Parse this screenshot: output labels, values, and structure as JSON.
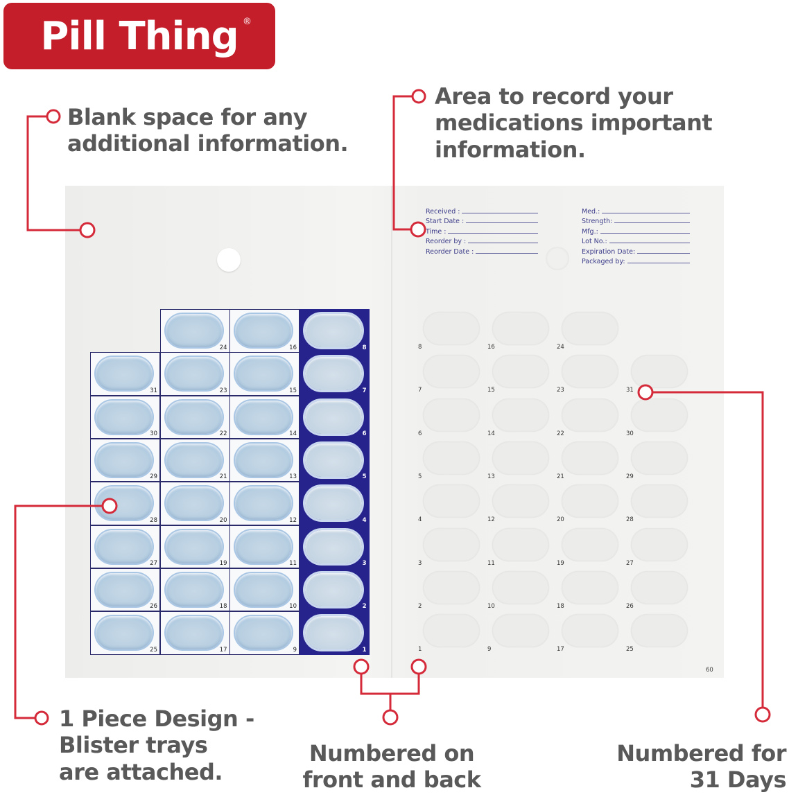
{
  "brand": {
    "name": "Pill Thing",
    "registered": "®",
    "color": "#c41e2a"
  },
  "callouts": {
    "blank_space": {
      "line1": "Blank space for any",
      "line2": "additional information."
    },
    "record_area": {
      "line1": "Area to record your",
      "line2": "medications important",
      "line3": "information."
    },
    "one_piece": {
      "line1": "1 Piece Design -",
      "line2": "Blister trays",
      "line3": "are attached."
    },
    "numbered_front_back": {
      "line1": "Numbered on",
      "line2": "front and back"
    },
    "numbered_days": {
      "line1": "Numbered for",
      "line2": "31 Days"
    }
  },
  "info_form": {
    "left": [
      "Received :",
      "Start Date :",
      "Time :",
      "Reorder by :",
      "Reorder Date :"
    ],
    "right": [
      "Med.:",
      "Strength:",
      "Mfg.:",
      "Lot No.:",
      "Expiration Date:",
      "Packaged by:"
    ]
  },
  "front_tray": {
    "columns": [
      {
        "dark": false,
        "rows": [
          null,
          "31",
          "30",
          "29",
          "28",
          "27",
          "26",
          "25"
        ]
      },
      {
        "dark": false,
        "rows": [
          "24",
          "23",
          "22",
          "21",
          "20",
          "19",
          "18",
          "17"
        ]
      },
      {
        "dark": false,
        "rows": [
          "16",
          "15",
          "14",
          "13",
          "12",
          "11",
          "10",
          "9"
        ]
      },
      {
        "dark": true,
        "rows": [
          "8",
          "7",
          "6",
          "5",
          "4",
          "3",
          "2",
          "1"
        ]
      }
    ]
  },
  "back_grid": {
    "columns": [
      [
        "8",
        "7",
        "6",
        "5",
        "4",
        "3",
        "2",
        "1"
      ],
      [
        "16",
        "15",
        "14",
        "13",
        "12",
        "11",
        "10",
        "9"
      ],
      [
        "24",
        "23",
        "22",
        "21",
        "20",
        "19",
        "18",
        "17"
      ],
      [
        null,
        "31",
        "30",
        "29",
        "28",
        "27",
        "26",
        "25"
      ]
    ]
  },
  "page_number": "60",
  "colors": {
    "accent_red": "#d42a3a",
    "tray_navy": "#27238c",
    "text_gray": "#595959"
  }
}
